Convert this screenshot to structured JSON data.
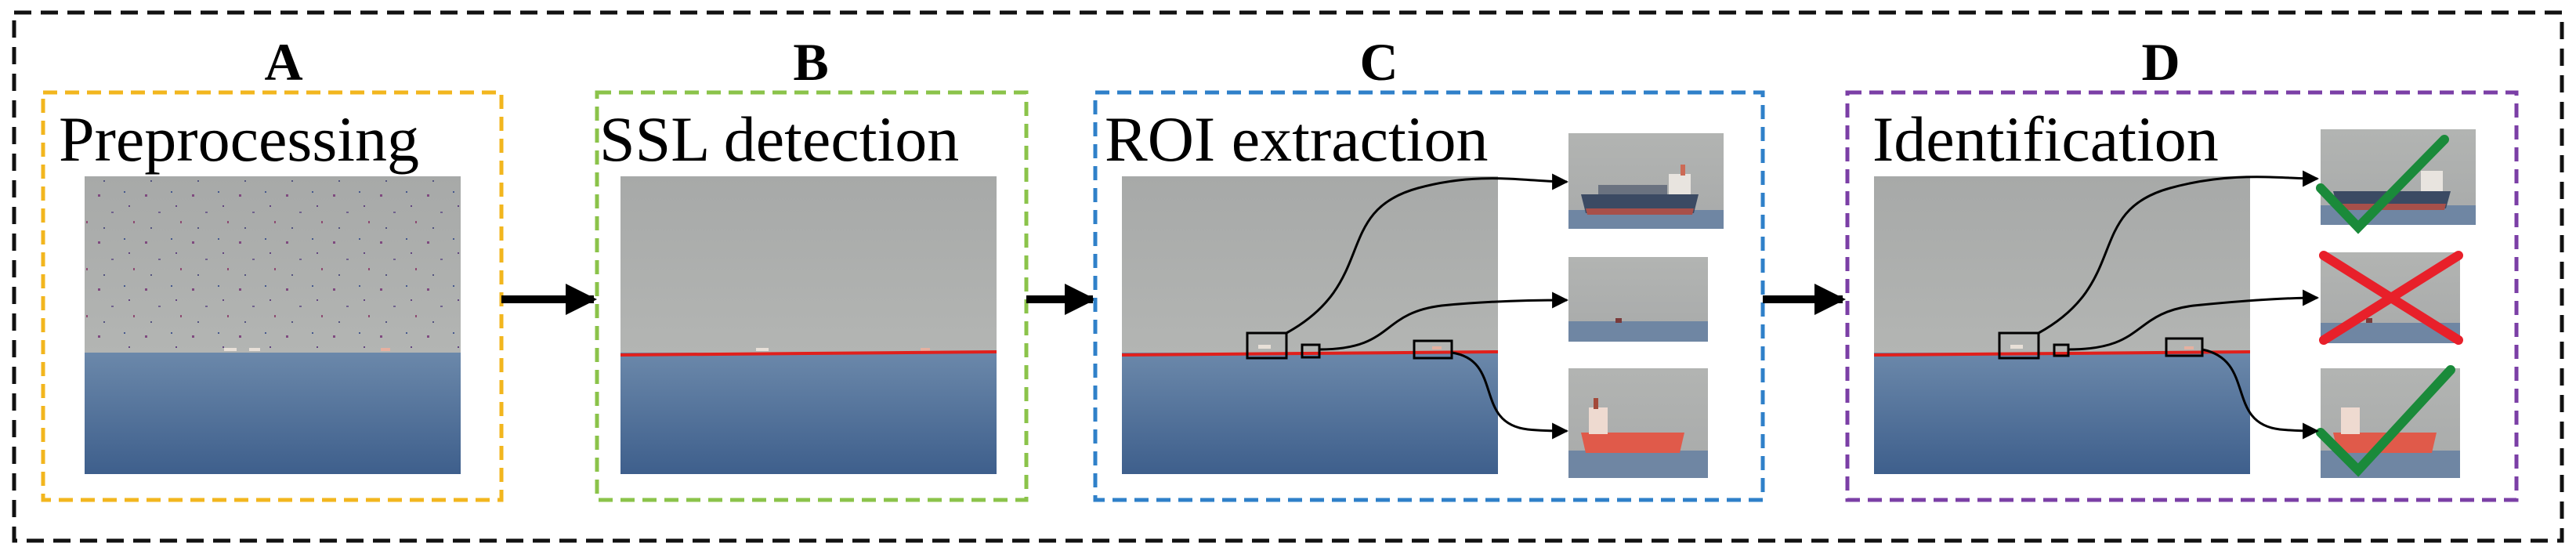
{
  "figure": {
    "colors": {
      "outer_border": "#111111",
      "stage_a": "#f2b61e",
      "stage_b": "#8bc34a",
      "stage_c": "#2f80c9",
      "stage_d": "#7b3fa6",
      "horizon_line": "#e0201c",
      "check_mark": "#1a8a3a",
      "cross_mark": "#e8202a",
      "sky": "#a9abab",
      "sea": "#4a6a92"
    }
  },
  "stages": [
    {
      "letter": "A",
      "title": "Preprocessing"
    },
    {
      "letter": "B",
      "title": "SSL detection"
    },
    {
      "letter": "C",
      "title": "ROI extraction"
    },
    {
      "letter": "D",
      "title": "Identification"
    }
  ],
  "identification_results": [
    "check",
    "cross",
    "check"
  ]
}
